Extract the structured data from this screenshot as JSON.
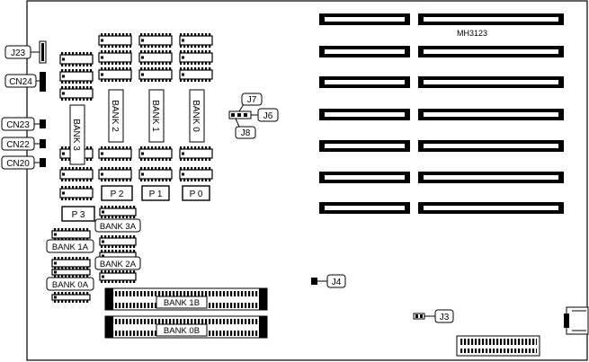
{
  "board": {
    "model": "MH3123",
    "connectors": {
      "j23": "J23",
      "cn24": "CN24",
      "cn23": "CN23",
      "cn22": "CN22",
      "cn20": "CN20",
      "j7": "J7",
      "j6": "J6",
      "j8": "J8",
      "j4": "J4",
      "j3": "J3"
    },
    "banks": {
      "bank0": "BANK 0",
      "bank1": "BANK 1",
      "bank2": "BANK 2",
      "bank3": "BANK 3",
      "p0": "P 0",
      "p1": "P 1",
      "p2": "P 2",
      "p3": "P 3",
      "bank3a": "BANK 3A",
      "bank2a": "BANK 2A",
      "bank1a": "BANK 1A",
      "bank0a": "BANK 0A",
      "bank1b": "BANK 1B",
      "bank0b": "BANK 0B"
    }
  }
}
